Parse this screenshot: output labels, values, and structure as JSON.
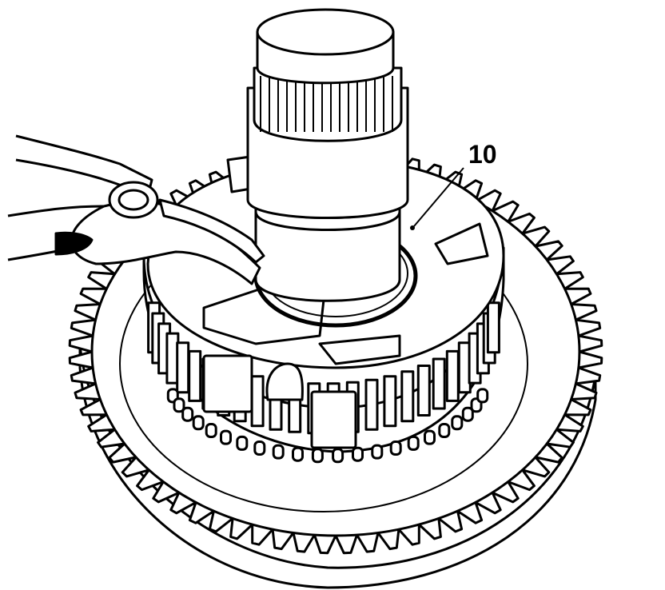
{
  "diagram": {
    "callouts": [
      {
        "id": "callout-10",
        "label": "10"
      }
    ]
  },
  "colors": {
    "line": "#000000",
    "background": "#ffffff"
  },
  "gear": {
    "outer_tooth_count": 72,
    "inner_spline_count": 26
  }
}
